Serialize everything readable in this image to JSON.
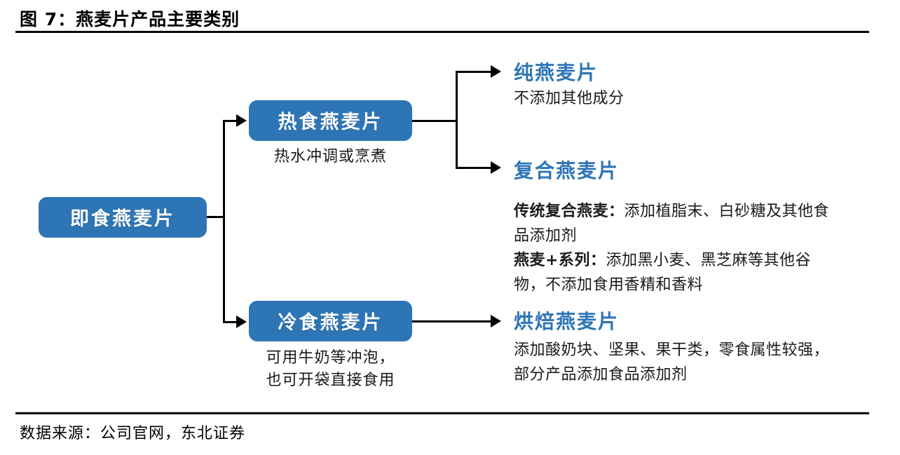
{
  "figure": {
    "title": "图 7：燕麦片产品主要类别",
    "source_note": "数据来源：公司官网，东北证券",
    "accent_color": "#2E75B6",
    "text_color": "#1a1a1a",
    "rule_color": "#000000"
  },
  "nodes": {
    "root": {
      "label": "即食燕麦片"
    },
    "hot": {
      "label": "热食燕麦片",
      "caption": "热水冲调或烹煮"
    },
    "cold": {
      "label": "冷食燕麦片",
      "caption": "可用牛奶等冲泡，\n也可开袋直接食用"
    }
  },
  "leaves": [
    {
      "title": "纯燕麦片",
      "body_plain": "不添加其他成分",
      "lines": [
        {
          "bold_prefix": "",
          "text": "不添加其他成分"
        }
      ]
    },
    {
      "title": "复合燕麦片",
      "body_plain": "传统复合燕麦：添加植脂末、白砂糖及其他食品添加剂 燕麦+系列：添加黑小麦、黑芝麻等其他谷物，不添加食用香精和香料",
      "lines": [
        {
          "bold_prefix": "传统复合燕麦：",
          "text": "添加植脂末、白砂糖及其他食品添加剂"
        },
        {
          "bold_prefix": "燕麦+系列：",
          "text": "添加黑小麦、黑芝麻等其他谷物，不添加食用香精和香料"
        }
      ]
    },
    {
      "title": "烘焙燕麦片",
      "body_plain": "添加酸奶块、坚果、果干类，零食属性较强，部分产品添加食品添加剂",
      "lines": [
        {
          "bold_prefix": "",
          "text": "添加酸奶块、坚果、果干类，零食属性较强，部分产品添加食品添加剂"
        }
      ]
    }
  ],
  "connectors": {
    "root_to_children": "root splits to hot (up) and cold (down)",
    "hot_to_leaves": "hot splits to 纯燕麦片 (up) and 复合燕麦片 (down)",
    "cold_to_leaf": "cold connects straight to 烘焙燕麦片"
  }
}
